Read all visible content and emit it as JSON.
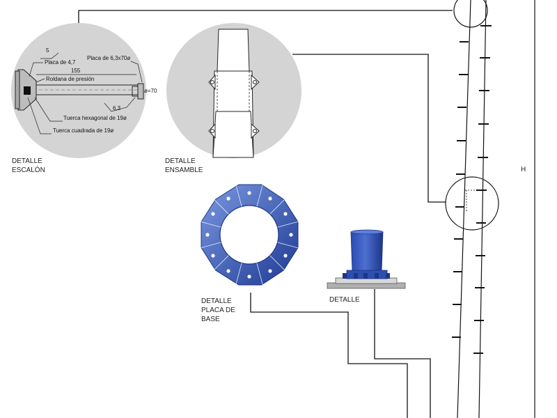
{
  "escalon": {
    "label_line1": "DETALLE",
    "label_line2": "ESCALÓN",
    "dims": {
      "d5": "5",
      "placa47": "Placa de 4,7",
      "placa63": "Placa de 6,3x70ø",
      "d155": "155",
      "roldana": "Roldana de presión",
      "phi70": "ø=70",
      "d63": "6,3",
      "tuerca_hex": "Tuerca hexagonal de 19ø",
      "tuerca_cuad": "Tuerca cuadrada de 19ø"
    }
  },
  "ensamble": {
    "label_line1": "DETALLE",
    "label_line2": "ENSAMBLE"
  },
  "placa_base": {
    "label_line1": "DETALLE",
    "label_line2": "PLACA DE",
    "label_line3": "BASE"
  },
  "detalle_base": {
    "label": "DETALLE"
  },
  "height_label": "H",
  "colors": {
    "blue_dark": "#1e3f9a",
    "blue_light": "#6f8fdc",
    "circle_fill": "#d4d4d4",
    "line": "#111111"
  }
}
